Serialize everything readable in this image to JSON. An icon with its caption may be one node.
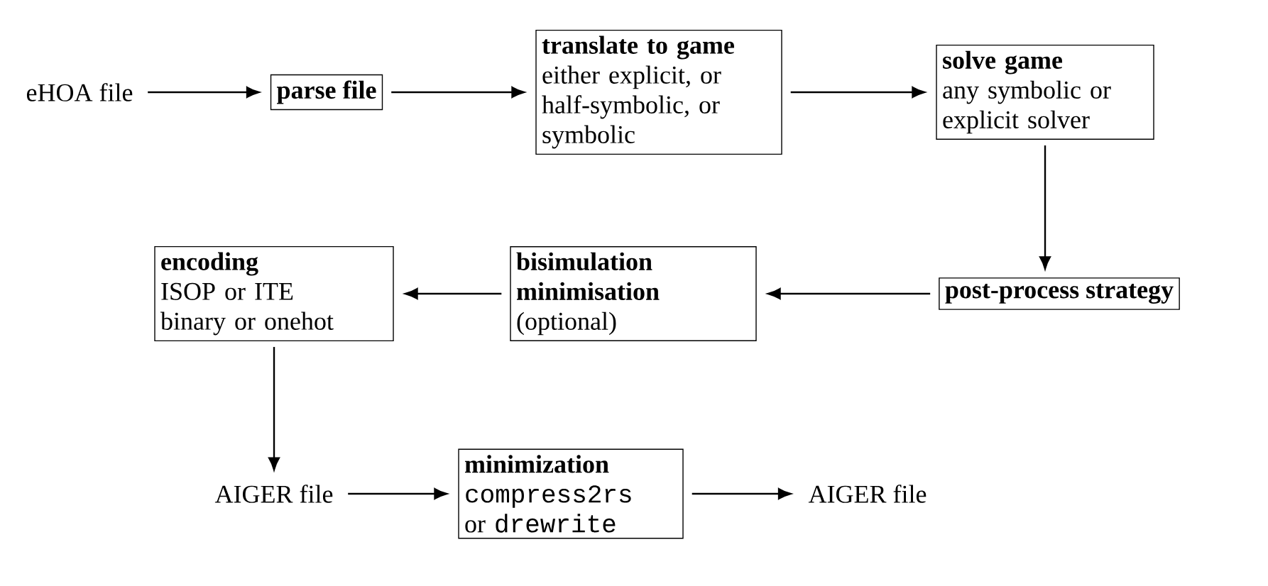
{
  "diagram": {
    "nodes": [
      {
        "text": [
          "eHOA file"
        ]
      },
      {
        "text": [
          "parse file"
        ]
      },
      {
        "text": [
          "translate to game",
          "either explicit, or half-symbolic, or symbolic"
        ]
      },
      {
        "text": [
          "solve game",
          "any symbolic or explicit solver"
        ]
      },
      {
        "text": [
          "post-process strategy"
        ]
      },
      {
        "text": [
          "bisimulation minimisation",
          "(optional)"
        ]
      },
      {
        "text": [
          "encoding",
          "ISOP or ITE",
          "binary or onehot"
        ]
      },
      {
        "text": [
          "AIGER file"
        ]
      },
      {
        "text": [
          "minimization",
          "compress2rs",
          "or",
          "drewrite"
        ]
      },
      {
        "text": [
          "AIGER file"
        ]
      }
    ],
    "edges": [
      {
        "from": 0,
        "to": 1,
        "arrow": "to"
      },
      {
        "from": 1,
        "to": 2,
        "arrow": "to"
      },
      {
        "from": 2,
        "to": 3,
        "arrow": "to"
      },
      {
        "from": 3,
        "to": 4,
        "arrow": "to"
      },
      {
        "from": 4,
        "to": 5,
        "arrow": "to"
      },
      {
        "from": 5,
        "to": 6,
        "arrow": "to"
      },
      {
        "from": 6,
        "to": 7,
        "arrow": "to"
      },
      {
        "from": 7,
        "to": 8,
        "arrow": "to"
      },
      {
        "from": 8,
        "to": 9,
        "arrow": "to"
      }
    ]
  }
}
